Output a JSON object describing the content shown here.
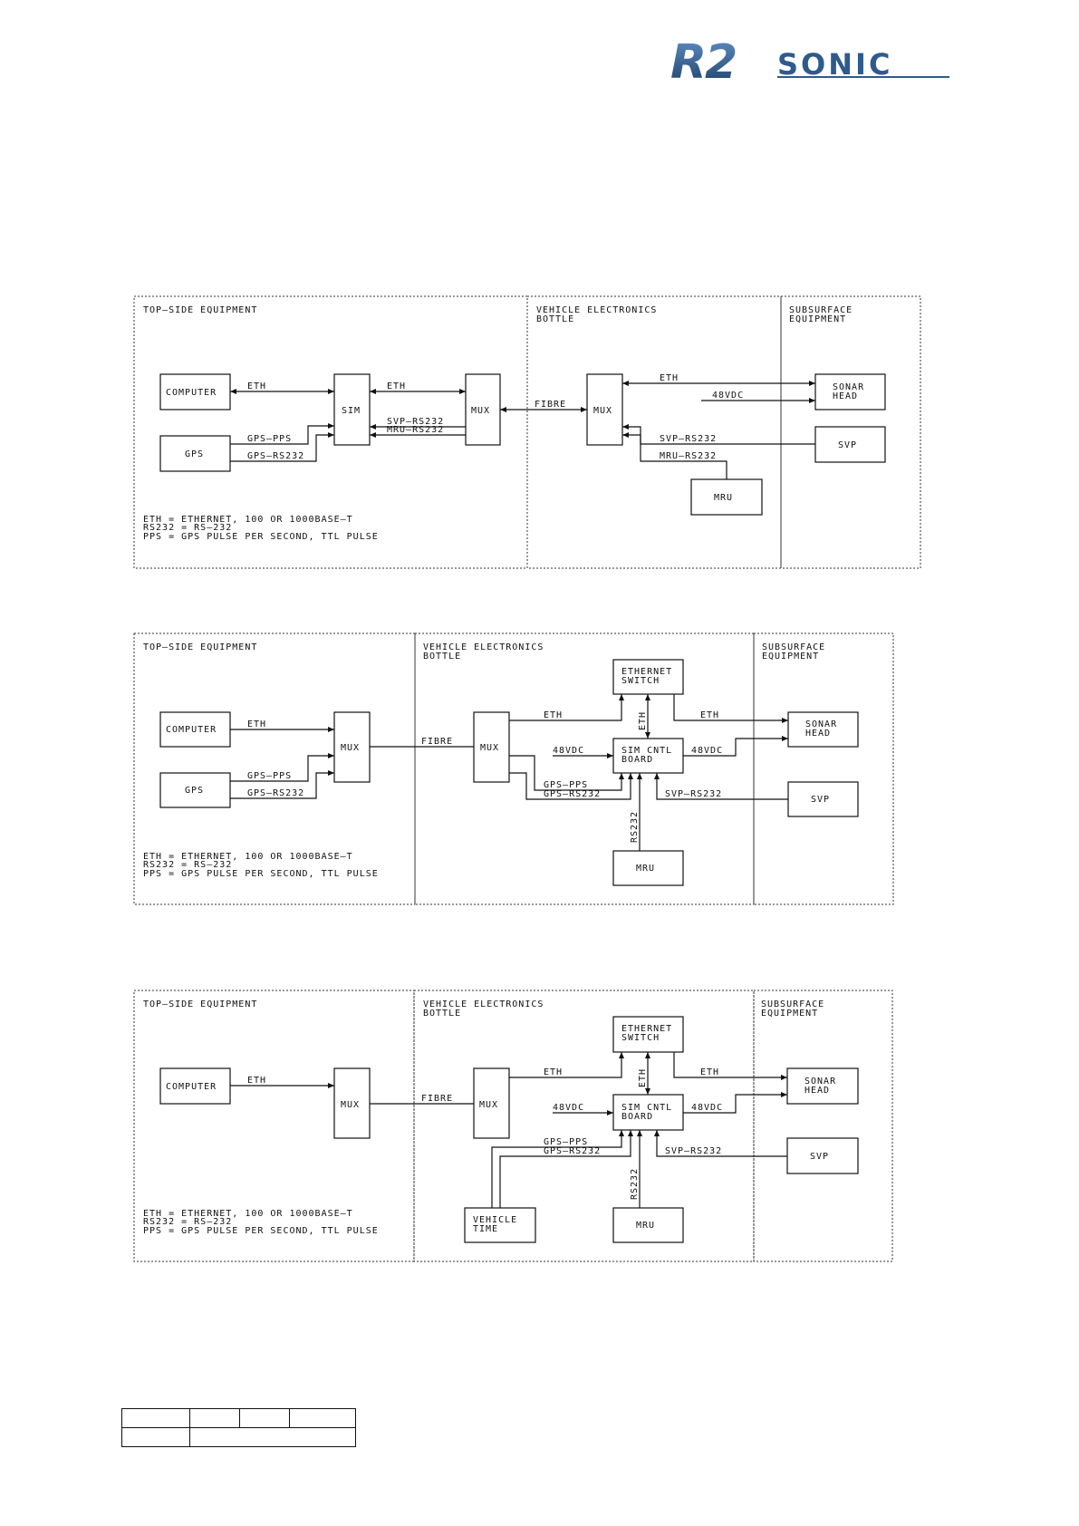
{
  "logo": {
    "r2": "R2",
    "sonic": "SONIC",
    "primary_color": "#2f5a8c",
    "accent_color": "#1c3d66"
  },
  "diagrams": [
    {
      "sections": {
        "topside": "TOP–SIDE EQUIPMENT",
        "vehicle_1": "VEHICLE ELECTRONICS",
        "vehicle_2": "BOTTLE",
        "subsurface_1": "SUBSURFACE",
        "subsurface_2": "EQUIPMENT"
      },
      "boxes": {
        "computer": "COMPUTER",
        "gps": "GPS",
        "sim": "SIM",
        "mux_top": "MUX",
        "mux_vehicle": "MUX",
        "sonar_1": "SONAR",
        "sonar_2": "HEAD",
        "svp": "SVP",
        "mru": "MRU"
      },
      "labels": {
        "eth_a": "ETH",
        "eth_b": "ETH",
        "gps_pps": "GPS–PPS",
        "gps_rs232": "GPS–RS232",
        "svp_rs232_top": "SVP–RS232",
        "mru_rs232_top": "MRU–RS232",
        "fibre": "FIBRE",
        "eth_c": "ETH",
        "vdc": "48VDC",
        "svp_rs232": "SVP–RS232",
        "mru_rs232": "MRU–RS232"
      },
      "legend": [
        "ETH = ETHERNET, 100 OR 1000BASE–T",
        "RS232 = RS–232",
        "PPS = GPS PULSE PER SECOND, TTL PULSE"
      ]
    },
    {
      "sections": {
        "topside": "TOP–SIDE EQUIPMENT",
        "vehicle_1": "VEHICLE ELECTRONICS",
        "vehicle_2": "BOTTLE",
        "subsurface_1": "SUBSURFACE",
        "subsurface_2": "EQUIPMENT"
      },
      "boxes": {
        "computer": "COMPUTER",
        "gps": "GPS",
        "mux_top": "MUX",
        "mux_vehicle": "MUX",
        "switch_1": "ETHERNET",
        "switch_2": "SWITCH",
        "sim_1": "SIM CNTL",
        "sim_2": "BOARD",
        "sonar_1": "SONAR",
        "sonar_2": "HEAD",
        "svp": "SVP",
        "mru": "MRU"
      },
      "labels": {
        "eth_a": "ETH",
        "gps_pps": "GPS–PPS",
        "gps_rs232": "GPS–RS232",
        "fibre": "FIBRE",
        "eth_left": "ETH",
        "eth_vert": "ETH",
        "eth_right": "ETH",
        "vdc_left": "48VDC",
        "vdc_right": "48VDC",
        "gps_pps_v": "GPS–PPS",
        "gps_rs232_v": "GPS–RS232",
        "svp_rs232": "SVP–RS232",
        "rs232_vert": "RS232"
      },
      "legend": [
        "ETH = ETHERNET, 100 OR 1000BASE–T",
        "RS232 = RS–232",
        "PPS = GPS PULSE PER SECOND, TTL PULSE"
      ]
    },
    {
      "sections": {
        "topside": "TOP–SIDE EQUIPMENT",
        "vehicle_1": "VEHICLE ELECTRONICS",
        "vehicle_2": "BOTTLE",
        "subsurface_1": "SUBSURFACE",
        "subsurface_2": "EQUIPMENT"
      },
      "boxes": {
        "computer": "COMPUTER",
        "mux_top": "MUX",
        "mux_vehicle": "MUX",
        "switch_1": "ETHERNET",
        "switch_2": "SWITCH",
        "sim_1": "SIM CNTL",
        "sim_2": "BOARD",
        "sonar_1": "SONAR",
        "sonar_2": "HEAD",
        "svp": "SVP",
        "mru": "MRU",
        "vtime_1": "VEHICLE",
        "vtime_2": "TIME"
      },
      "labels": {
        "eth_a": "ETH",
        "fibre": "FIBRE",
        "eth_left": "ETH",
        "eth_vert": "ETH",
        "eth_right": "ETH",
        "vdc_left": "48VDC",
        "vdc_right": "48VDC",
        "gps_pps_v": "GPS–PPS",
        "gps_rs232_v": "GPS–RS232",
        "svp_rs232": "SVP–RS232",
        "rs232_vert": "RS232"
      },
      "legend": [
        "ETH = ETHERNET, 100 OR 1000BASE–T",
        "RS232 = RS–232",
        "PPS = GPS PULSE PER SECOND, TTL PULSE"
      ]
    }
  ]
}
